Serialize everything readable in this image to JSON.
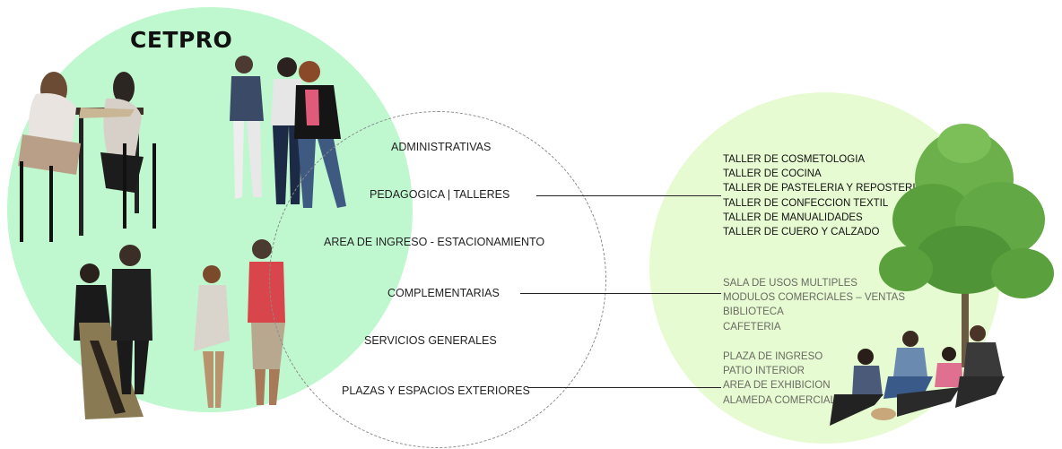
{
  "title": "CETPRO",
  "categories": [
    {
      "label": "ADMINISTRATIVAS"
    },
    {
      "label": "PEDAGOGICA | TALLERES"
    },
    {
      "label": "AREA DE INGRESO - ESTACIONAMIENTO"
    },
    {
      "label": "COMPLEMENTARIAS"
    },
    {
      "label": "SERVICIOS GENERALES"
    },
    {
      "label": "PLAZAS Y ESPACIOS EXTERIORES"
    }
  ],
  "talleres": [
    "TALLER DE COSMETOLOGIA",
    "TALLER DE COCINA",
    "TALLER DE PASTELERIA Y REPOSTERIA",
    "TALLER DE CONFECCION TEXTIL",
    "TALLER DE MANUALIDADES",
    "TALLER DE CUERO Y CALZADO"
  ],
  "complementarias": [
    "SALA DE USOS MULTIPLES",
    "MODULOS COMERCIALES – VENTAS",
    "BIBLIOTECA",
    "CAFETERIA"
  ],
  "plazas": [
    "PLAZA DE INGRESO",
    "PATIO INTERIOR",
    "AREA DE EXHIBICION",
    "ALAMEDA COMERCIAL"
  ],
  "colors": {
    "left_circle": "#bff7cf",
    "right_circle": "#e6fbd2",
    "dashed_circle": "#8a8a8a",
    "text_dark": "#111111",
    "text_grey": "#6a6a62"
  }
}
